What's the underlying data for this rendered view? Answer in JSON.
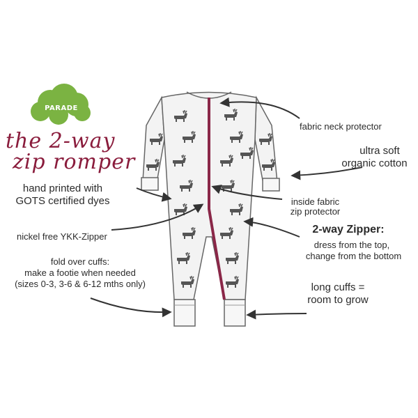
{
  "brand": {
    "logo_text": "PARADE",
    "logo_color": "#7bb342"
  },
  "title": {
    "line1": "the 2-way",
    "line2": "zip romper",
    "color": "#8a1c3c"
  },
  "garment": {
    "zipper_color": "#8a2748",
    "print": "moose-icon",
    "print_color": "#555555"
  },
  "labels": {
    "neck": "fabric neck protector",
    "cotton_1": "ultra soft",
    "cotton_2": "organic cotton",
    "printed_1": "hand printed with",
    "printed_2": "GOTS certified dyes",
    "inside_1": "inside fabric",
    "inside_2": "zip protector",
    "ykk": "nickel free YKK-Zipper",
    "zipper_title": "2-way Zipper:",
    "zipper_1": "dress from the top,",
    "zipper_2": "change from the bottom",
    "fold_1": "fold over cuffs:",
    "fold_2": "make a footie when needed",
    "fold_3": "(sizes 0-3, 3-6 & 6-12 mths only)",
    "long_1": "long cuffs =",
    "long_2": "room to grow"
  }
}
